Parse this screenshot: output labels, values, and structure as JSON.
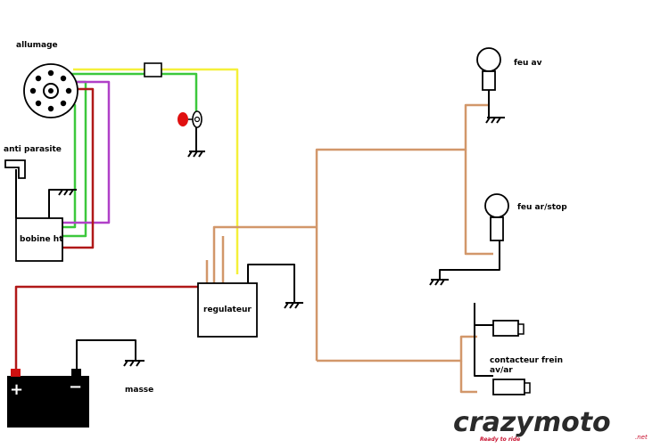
{
  "labels": {
    "allumage": "allumage",
    "anti_parasite": "anti parasite",
    "bobine": "bobine ht",
    "regulateur": "regulateur",
    "masse": "masse",
    "feu_av": "feu av",
    "feu_ar_stop": "feu ar/stop",
    "contacteur_line1": "contacteur frein",
    "contacteur_line2": "av/ar",
    "battery_plus": "+",
    "battery_minus": "−"
  },
  "logo": {
    "wordmark": "crazymoto",
    "tagline": "Ready to ride",
    "suffix": ".net"
  },
  "colors": {
    "wire_yellow": "#f5f03a",
    "wire_green": "#3cc83c",
    "wire_purple": "#b040c8",
    "wire_red": "#b01818",
    "wire_orange": "#d2976a",
    "wire_black": "#000000",
    "battery": "#000000",
    "battery_plus_terminal": "#d01010",
    "kill_button": "#e01010",
    "logo_red": "#c8102e"
  }
}
